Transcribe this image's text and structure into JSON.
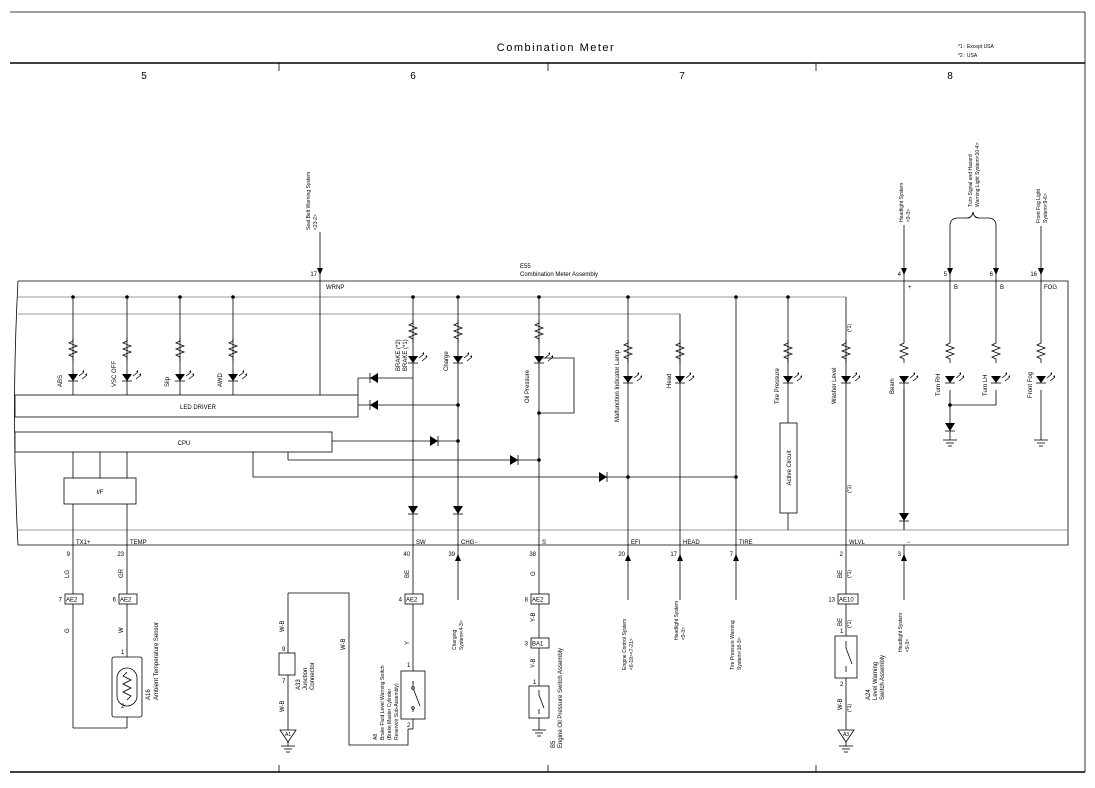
{
  "title": "Combination Meter",
  "notes": [
    "*1 : Except USA",
    "*2 : USA"
  ],
  "columns": [
    "5",
    "6",
    "7",
    "8"
  ],
  "assembly": {
    "code": "E55",
    "name": "Combination Meter Assembly"
  },
  "blocks": {
    "led_driver": "LED DRIVER",
    "cpu": "CPU",
    "interface": "I/F",
    "active_circuit": "Active Circuit"
  },
  "top_pins": [
    {
      "num": "17",
      "name": "WRNP"
    },
    {
      "num": "4",
      "name": "+"
    },
    {
      "num": "5",
      "name": "B"
    },
    {
      "num": "6",
      "name": "B"
    },
    {
      "num": "16",
      "name": "FOG"
    }
  ],
  "top_refs": {
    "seat_belt": [
      "Seat Belt Warning System",
      "<23-2>"
    ],
    "headlight": [
      "Headlight System",
      "<9-3>"
    ],
    "turn_signal": [
      "Turn Signal and Hazard",
      "Warning Light System<10-4>"
    ],
    "front_fog": [
      "Front Fog Light",
      "System<9-6>"
    ]
  },
  "lamps": {
    "abs": "ABS",
    "vsc": "VSC OFF",
    "slip": "Slip",
    "awd": "AWD",
    "brake": [
      "BRAKE (*2)",
      "BRAKE (*1)"
    ],
    "charge": "Charge",
    "oil": "Oil Pressure",
    "malfunction": "Malfunction Indicator Lamp",
    "head": "Head",
    "tire": "Tire Pressure",
    "washer": "Washer Level",
    "beam": "Beam",
    "turn_rh": "Turn RH",
    "turn_lh": "Turn LH",
    "front_fog": "Front Fog"
  },
  "star1": "(*1)",
  "bottom_pins": [
    {
      "num": "9",
      "name": "TX1+"
    },
    {
      "num": "23",
      "name": "TEMP"
    },
    {
      "num": "40",
      "name": "SW"
    },
    {
      "num": "39",
      "name": "CHG−"
    },
    {
      "num": "38",
      "name": "S"
    },
    {
      "num": "20",
      "name": "EFI"
    },
    {
      "num": "17",
      "name": "HEAD"
    },
    {
      "num": "7",
      "name": "TIRE"
    },
    {
      "num": "2",
      "name": "WLVL"
    },
    {
      "num": "3",
      "name": "−"
    }
  ],
  "wires": {
    "lg": "LG",
    "gr": "GR",
    "be": "BE",
    "g": "G",
    "w": "W",
    "wb": "W-B",
    "y": "Y",
    "yb": "Y-B"
  },
  "connectors": [
    {
      "pin": "7",
      "code": "AE2"
    },
    {
      "pin": "6",
      "code": "AE2"
    },
    {
      "pin": "4",
      "code": "AE2"
    },
    {
      "pin": "8",
      "code": "AE2"
    },
    {
      "pin": "3",
      "code": "BA1"
    },
    {
      "pin": "13",
      "code": "AE10"
    }
  ],
  "bottom_refs": {
    "charging": [
      "Charging",
      "System<4-3>"
    ],
    "engine": [
      "Engine Control System",
      "<6-19><7-21>"
    ],
    "headlight": [
      "Headlight System",
      "<9-3>"
    ],
    "tire": [
      "Tire Pressure Warning",
      "System<18-3>"
    ],
    "headlight2": [
      "Headlight System",
      "<9-3>"
    ]
  },
  "components": {
    "a16": [
      "A16",
      "Ambient Temperature Sensor"
    ],
    "a33": [
      "A33",
      "Junction",
      "Connector"
    ],
    "a8": [
      "A8",
      "Brake Fluid Level Warning Switch",
      "(Brake Master Cylinder",
      "Reservoir Sub-Assembly)"
    ],
    "b5": [
      "B5",
      "Engine Oil Pressure Switch Assembly"
    ],
    "a24": [
      "A24",
      "Level Warning",
      "Switch Assembly"
    ]
  },
  "grounds": {
    "a1": "A1",
    "a3": "A3"
  },
  "small_pins": {
    "p1": "1",
    "p2": "2",
    "p7": "7",
    "p9": "9"
  }
}
